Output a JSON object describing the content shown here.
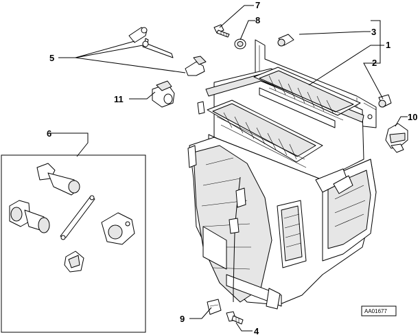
{
  "drawing": {
    "reference_code": "AA01677"
  },
  "callouts": [
    {
      "id": "1",
      "label": "1"
    },
    {
      "id": "2",
      "label": "2"
    },
    {
      "id": "3",
      "label": "3"
    },
    {
      "id": "4",
      "label": "4"
    },
    {
      "id": "5",
      "label": "5"
    },
    {
      "id": "6",
      "label": "6"
    },
    {
      "id": "7",
      "label": "7"
    },
    {
      "id": "8",
      "label": "8"
    },
    {
      "id": "9",
      "label": "9"
    },
    {
      "id": "10",
      "label": "10"
    },
    {
      "id": "11",
      "label": "11"
    }
  ]
}
